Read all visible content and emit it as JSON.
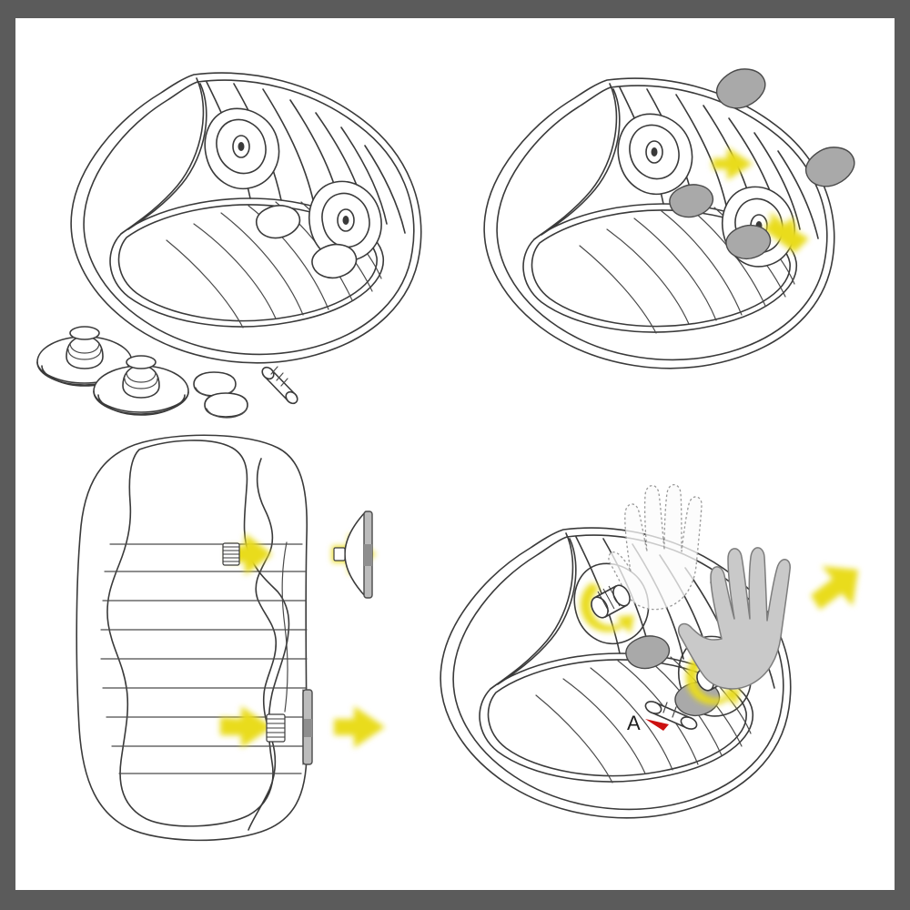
{
  "document": {
    "type": "assembly-instruction-illustration",
    "title": "Baby bath tub support seat installation steps",
    "panel_count": 4,
    "frame_color": "#5b5b5b",
    "sheet_color": "#ffffff",
    "line_color": "#3a3a3a",
    "accent_arrow_color": "#e9dc1c",
    "pad_color": "#a9a9a9",
    "hand_color": "#c9c9c9",
    "red_marker_color": "#cc1111"
  },
  "panels": [
    {
      "id": "panel-tl",
      "position": "top-left",
      "caption": "",
      "subject": "tub shell with loose hardware laid out below",
      "parts": [
        {
          "name": "tub-shell",
          "count": 1
        },
        {
          "name": "suction-cup",
          "count": 2
        },
        {
          "name": "oval-pad",
          "count": 2
        },
        {
          "name": "cylindrical-pin",
          "count": 1
        }
      ],
      "arrows": []
    },
    {
      "id": "panel-tr",
      "position": "top-right",
      "caption": "",
      "subject": "tub shell with pads fitted, arrows showing push direction",
      "parts": [
        {
          "name": "tub-shell",
          "count": 1
        },
        {
          "name": "grey-pad",
          "count": 4
        }
      ],
      "arrows": [
        {
          "direction": "right",
          "color": "#e9dc1c"
        },
        {
          "direction": "down-right",
          "color": "#e9dc1c"
        }
      ]
    },
    {
      "id": "panel-bl",
      "position": "bottom-left",
      "caption": "",
      "subject": "underside view showing suction cups being pressed into sockets",
      "parts": [
        {
          "name": "tub-underside",
          "count": 1
        },
        {
          "name": "suction-cup-profile",
          "count": 2
        },
        {
          "name": "socket",
          "count": 2
        }
      ],
      "arrows": [
        {
          "direction": "right",
          "color": "#e9dc1c"
        },
        {
          "direction": "left",
          "color": "#e9dc1c"
        },
        {
          "direction": "right",
          "color": "#e9dc1c"
        },
        {
          "direction": "left",
          "color": "#e9dc1c"
        }
      ]
    },
    {
      "id": "panel-br",
      "position": "bottom-right",
      "caption": "",
      "subject": "hands twisting the two locking knobs, part A identified",
      "labels": [
        {
          "text": "A",
          "points_to": "cylindrical-pin",
          "marker": "red-arrow"
        }
      ],
      "parts": [
        {
          "name": "tub-shell",
          "count": 1
        },
        {
          "name": "locking-knob",
          "count": 2
        },
        {
          "name": "grey-pad",
          "count": 2
        },
        {
          "name": "cylindrical-pin",
          "count": 1
        }
      ],
      "hands": [
        {
          "state": "ghost",
          "style": "dotted-outline",
          "meaning": "previous hand position"
        },
        {
          "state": "solid",
          "style": "filled-grey",
          "meaning": "current hand position"
        }
      ],
      "arrows": [
        {
          "direction": "rotate-clockwise",
          "color": "#e9dc1c"
        },
        {
          "direction": "rotate-clockwise",
          "color": "#e9dc1c"
        },
        {
          "direction": "up-right",
          "color": "#e9dc1c"
        }
      ]
    }
  ]
}
